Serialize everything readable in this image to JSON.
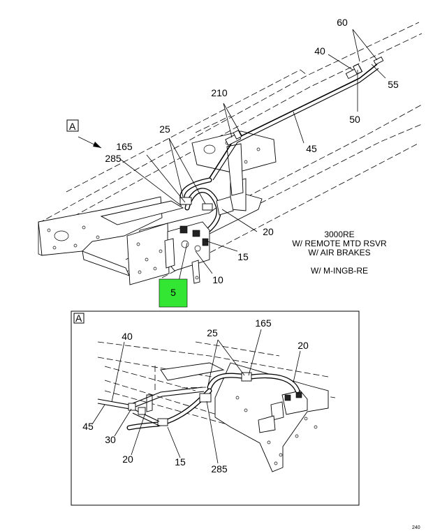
{
  "view_marker_top": "A",
  "view_marker_detail": "A",
  "note_lines": [
    "3000RE",
    "W/ REMOTE MTD RSVR",
    "W/ AIR BRAKES"
  ],
  "note_variant": "W/ M-INGB-RE",
  "highlight_color": "#33e633",
  "top_callouts": [
    "60",
    "40",
    "55",
    "50",
    "210",
    "45",
    "25",
    "165",
    "285",
    "20",
    "15",
    "10",
    "5"
  ],
  "detail_callouts": [
    "25",
    "165",
    "20",
    "40",
    "45",
    "30",
    "20",
    "15",
    "285"
  ],
  "corner_text": "240"
}
